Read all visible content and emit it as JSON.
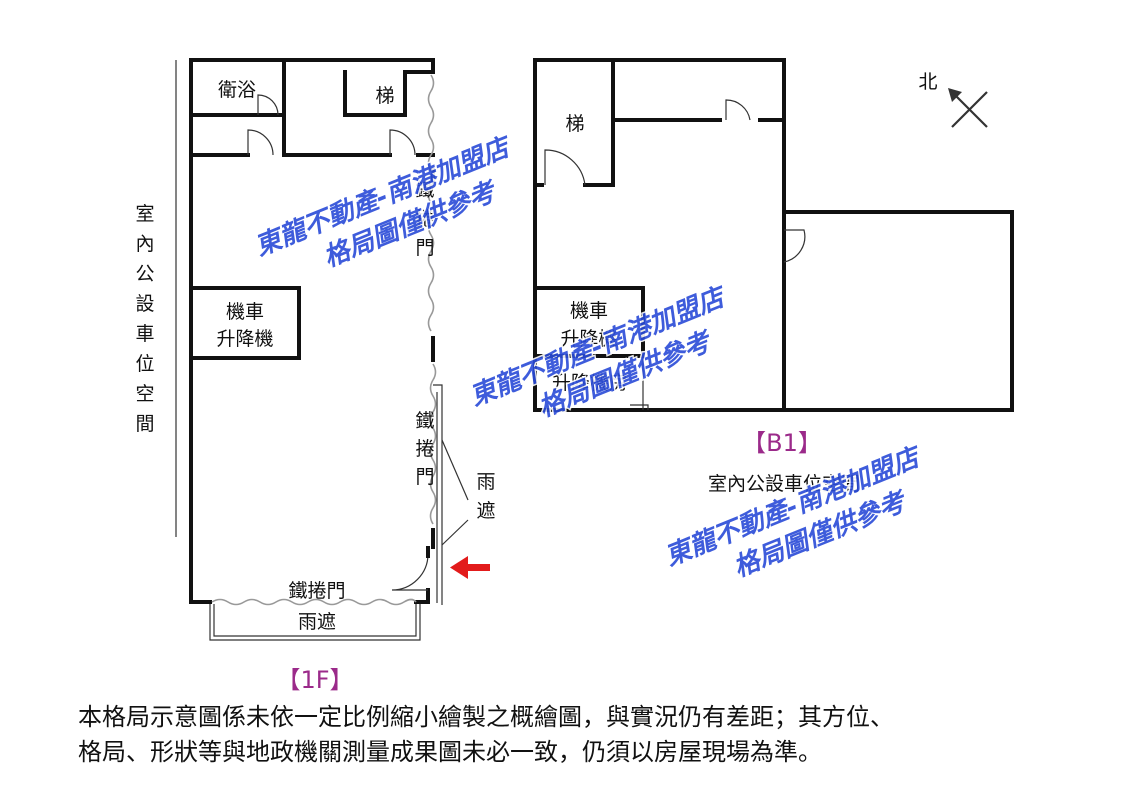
{
  "floor_1f": {
    "label": "【1F】",
    "rooms": {
      "bath": "衛浴",
      "stairs": "梯",
      "moto_lift_l1": "機車",
      "moto_lift_l2": "升降機"
    },
    "iron_shutter_top": [
      "鐵",
      "捲",
      "門"
    ],
    "iron_shutter_mid": [
      "鐵",
      "捲",
      "門"
    ],
    "canopy_side": [
      "雨",
      "遮"
    ],
    "iron_shutter_bottom": "鐵捲門",
    "canopy_bottom": "雨遮",
    "side_label": [
      "室",
      "內",
      "公",
      "設",
      "車",
      "位",
      "空",
      "間"
    ]
  },
  "floor_b1": {
    "label": "【B1】",
    "caption": "室內公設車位空間",
    "rooms": {
      "stairs": "梯",
      "moto_lift_l1": "機車",
      "moto_lift_l2": "升降機",
      "machine_room": "升降機房"
    }
  },
  "compass": {
    "north": "北"
  },
  "watermark": {
    "line1": "東龍不動產-南港加盟店",
    "line2": "格局圖僅供參考"
  },
  "colors": {
    "entrance_arrow": "#e21b1b",
    "watermark": "#2a4bd8",
    "floor_label": "#9b2a8a"
  },
  "disclaimer": {
    "line1": "本格局示意圖係未依一定比例縮小繪製之概繪圖，與實況仍有差距；其方位、",
    "line2": "格局、形狀等與地政機關測量成果圖未必一致，仍須以房屋現場為準。"
  }
}
